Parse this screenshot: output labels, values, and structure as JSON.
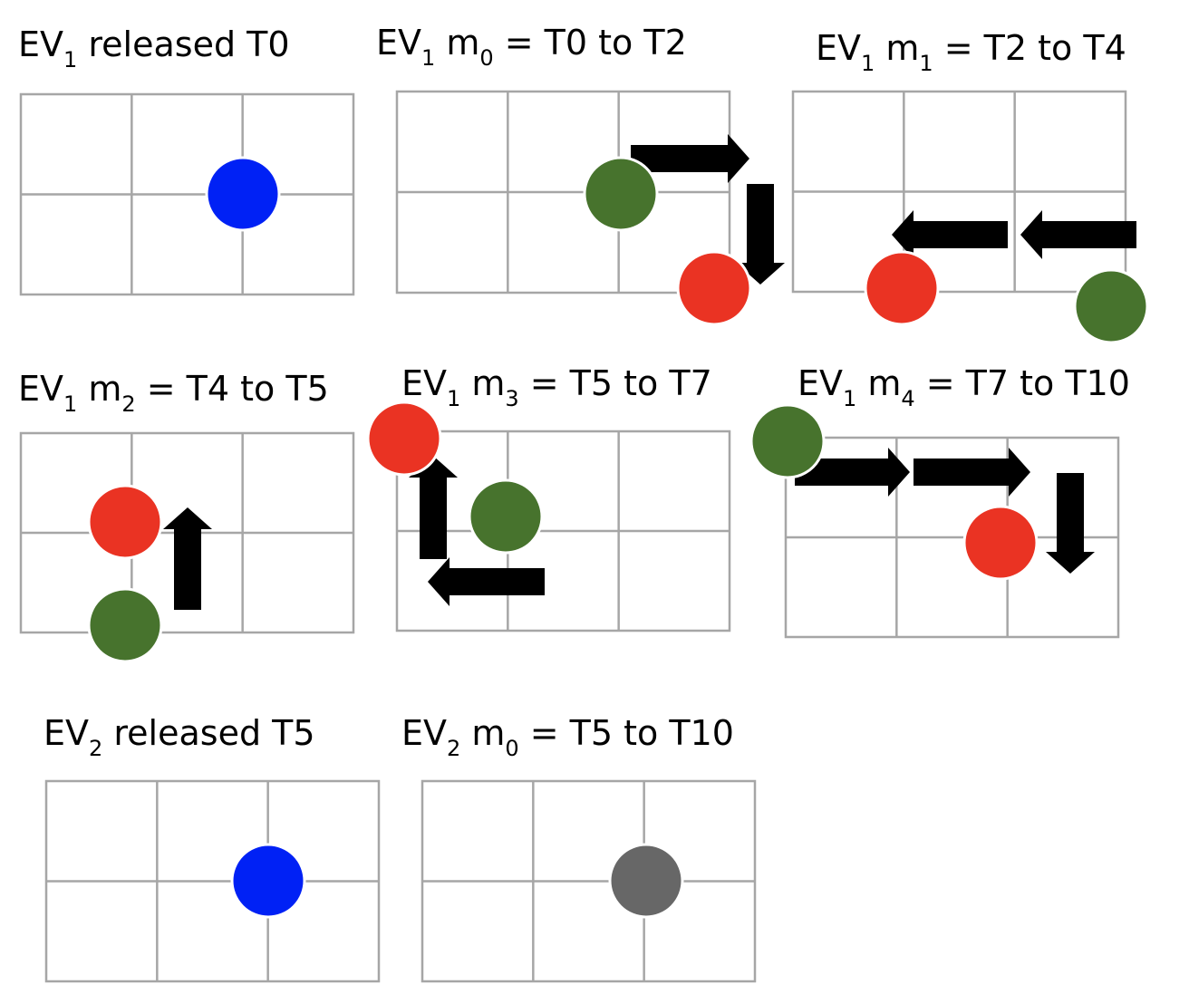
{
  "colors": {
    "released": "#0021f5",
    "origin": "#47732d",
    "destination": "#ea3323",
    "idle": "#676767",
    "grid": "#a6a6a6",
    "arrow": "#000000"
  },
  "panels": [
    {
      "id": "ev1-released",
      "title": {
        "prefix": "EV",
        "vehicle_sub": "1",
        "mid": " released ",
        "step_sub": "",
        "suffix": "T0"
      },
      "dots": [
        {
          "role": "released"
        }
      ],
      "arrows": []
    },
    {
      "id": "ev1-m0",
      "title": {
        "prefix": "EV",
        "vehicle_sub": "1",
        "mid": " m",
        "step_sub": "0",
        "suffix": " = T0 to T2"
      },
      "dots": [
        {
          "role": "origin"
        },
        {
          "role": "destination"
        }
      ],
      "arrows": [
        {
          "direction": "right"
        },
        {
          "direction": "down"
        }
      ]
    },
    {
      "id": "ev1-m1",
      "title": {
        "prefix": "EV",
        "vehicle_sub": "1",
        "mid": " m",
        "step_sub": "1",
        "suffix": " = T2 to T4"
      },
      "dots": [
        {
          "role": "destination"
        },
        {
          "role": "origin"
        }
      ],
      "arrows": [
        {
          "direction": "left"
        },
        {
          "direction": "left"
        }
      ]
    },
    {
      "id": "ev1-m2",
      "title": {
        "prefix": "EV",
        "vehicle_sub": "1",
        "mid": " m",
        "step_sub": "2",
        "suffix": " = T4 to T5"
      },
      "dots": [
        {
          "role": "destination"
        },
        {
          "role": "origin"
        }
      ],
      "arrows": [
        {
          "direction": "up"
        }
      ]
    },
    {
      "id": "ev1-m3",
      "title": {
        "prefix": "EV",
        "vehicle_sub": "1",
        "mid": " m",
        "step_sub": "3",
        "suffix": " = T5 to T7"
      },
      "dots": [
        {
          "role": "destination"
        },
        {
          "role": "origin"
        }
      ],
      "arrows": [
        {
          "direction": "up"
        },
        {
          "direction": "left"
        }
      ]
    },
    {
      "id": "ev1-m4",
      "title": {
        "prefix": "EV",
        "vehicle_sub": "1",
        "mid": " m",
        "step_sub": "4",
        "suffix": " = T7 to T10"
      },
      "dots": [
        {
          "role": "origin"
        },
        {
          "role": "destination"
        }
      ],
      "arrows": [
        {
          "direction": "right"
        },
        {
          "direction": "right"
        },
        {
          "direction": "down"
        }
      ]
    },
    {
      "id": "ev2-released",
      "title": {
        "prefix": "EV",
        "vehicle_sub": "2",
        "mid": " released ",
        "step_sub": "",
        "suffix": "T5"
      },
      "dots": [
        {
          "role": "released"
        }
      ],
      "arrows": []
    },
    {
      "id": "ev2-m0",
      "title": {
        "prefix": "EV",
        "vehicle_sub": "2",
        "mid": " m",
        "step_sub": "0",
        "suffix": " = T5 to T10"
      },
      "dots": [
        {
          "role": "idle"
        }
      ],
      "arrows": []
    }
  ]
}
